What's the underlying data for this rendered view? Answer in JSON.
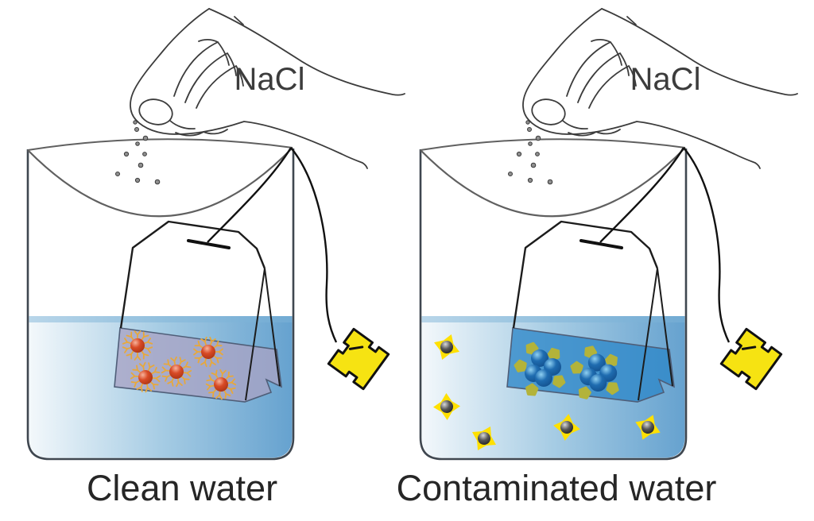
{
  "figure": {
    "type": "science-diagram",
    "description_left": "teabag retains red coated particles; salt passes into clean water",
    "description_right": "teabag retains blue particle clusters; gray contaminant particles float free in water",
    "salt_grains_per_panel": 10
  },
  "panels": [
    {
      "substance_label": "NaCl",
      "caption": "Clean water",
      "particles_in_teabag": 5,
      "free_particles_in_water": 0
    },
    {
      "substance_label": "NaCl",
      "caption": "Contaminated water",
      "particle_clusters_in_teabag": 2,
      "free_particles_in_water": 5
    }
  ],
  "colors": {
    "water_light": "#f3f8fb",
    "water_mid": "#a6cce4",
    "water_deep": "#66a2cf",
    "teabag_clean": "#a8a3c4",
    "teabag_contaminated": "#2d87c8",
    "red_particle": "#d84a26",
    "antibody_spike": "#e8a83a",
    "blue_particle": "#1f6cb0",
    "olive_spike": "#b3b33a",
    "contaminant_gray": "#565656",
    "contaminant_star": "#ffe000",
    "tag_yellow": "#f6e312",
    "glass_outline": "#3f4750",
    "nacl_text": "#3c3c3c",
    "caption_text": "#262626"
  }
}
